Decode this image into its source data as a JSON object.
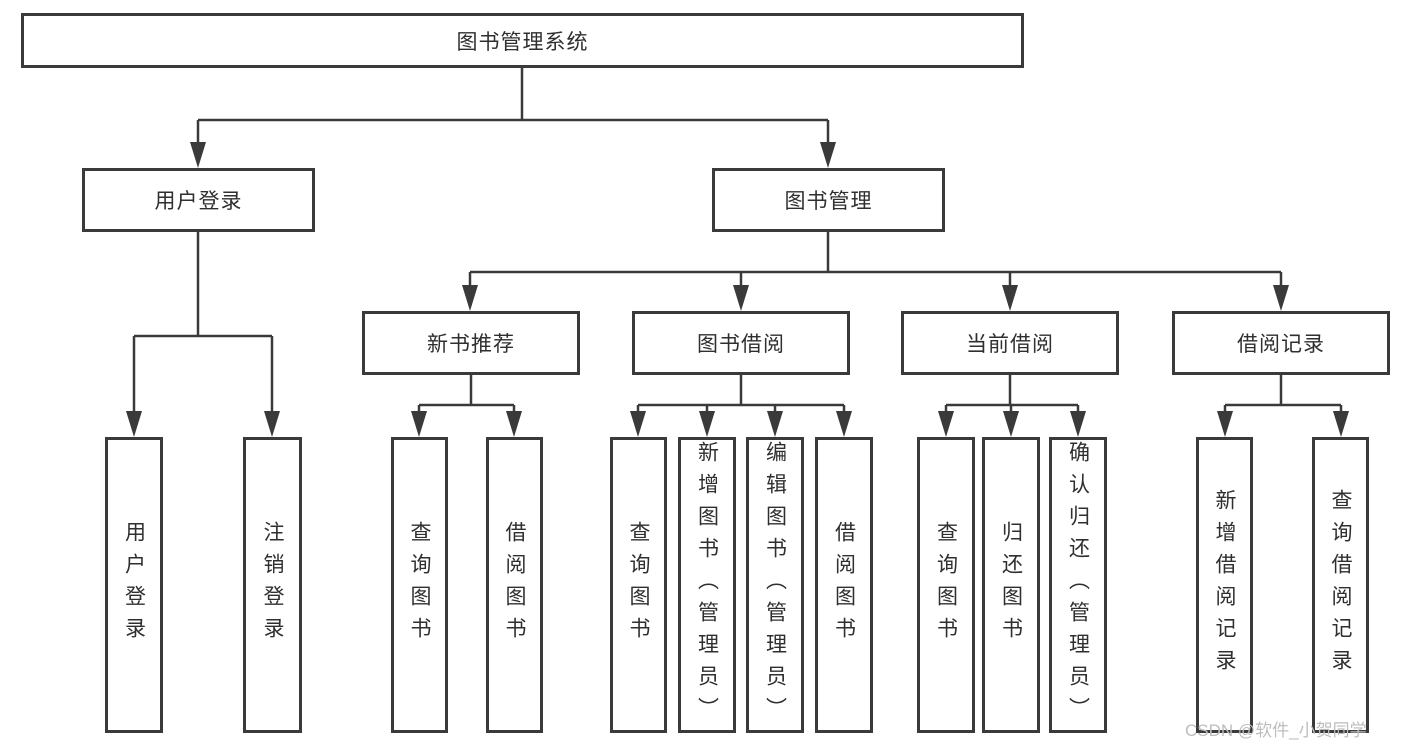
{
  "colors": {
    "line": "#3a3a3a",
    "text": "#2f2f2f",
    "watermark": "#bdbdbd",
    "background": "#ffffff"
  },
  "watermark": "CSDN @软件_小贺同学",
  "tree": {
    "root": {
      "label": "图书管理系统",
      "children": [
        {
          "label": "用户登录",
          "children": [
            {
              "label": "用户登录"
            },
            {
              "label": "注销登录"
            }
          ]
        },
        {
          "label": "图书管理",
          "children": [
            {
              "label": "新书推荐",
              "children": [
                {
                  "label": "查询图书"
                },
                {
                  "label": "借阅图书"
                }
              ]
            },
            {
              "label": "图书借阅",
              "children": [
                {
                  "label": "查询图书"
                },
                {
                  "label": "新增图书（管理员）"
                },
                {
                  "label": "编辑图书（管理员）"
                },
                {
                  "label": "借阅图书"
                }
              ]
            },
            {
              "label": "当前借阅",
              "children": [
                {
                  "label": "查询图书"
                },
                {
                  "label": "归还图书"
                },
                {
                  "label": "确认归还（管理员）"
                }
              ]
            },
            {
              "label": "借阅记录",
              "children": [
                {
                  "label": "新增借阅记录"
                },
                {
                  "label": "查询借阅记录"
                }
              ]
            }
          ]
        }
      ]
    }
  }
}
